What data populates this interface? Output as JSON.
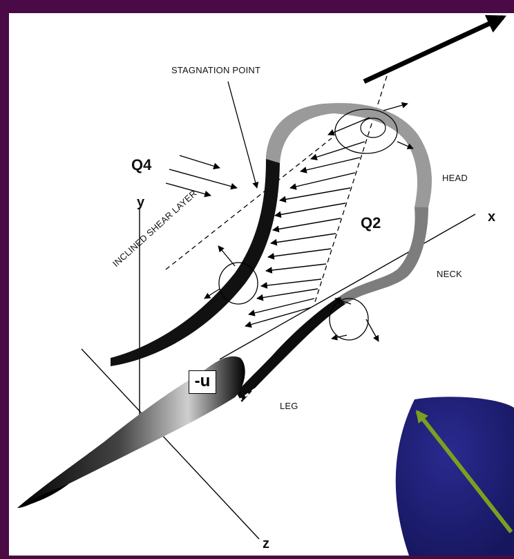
{
  "labels": {
    "stagnation_point": "STAGNATION POINT",
    "q4": "Q4",
    "q2": "Q2",
    "head": "HEAD",
    "neck": "NECK",
    "leg": "LEG",
    "inclined_shear_layer": "INCLINED SHEAR LAYER",
    "minus_u": "-u",
    "axis_x": "x",
    "axis_y": "y",
    "axis_z": "z"
  },
  "colors": {
    "frame": "#4a0a45",
    "panel": "#ffffff",
    "blob": "#1e1e78",
    "green_arrow": "#7aa020"
  }
}
